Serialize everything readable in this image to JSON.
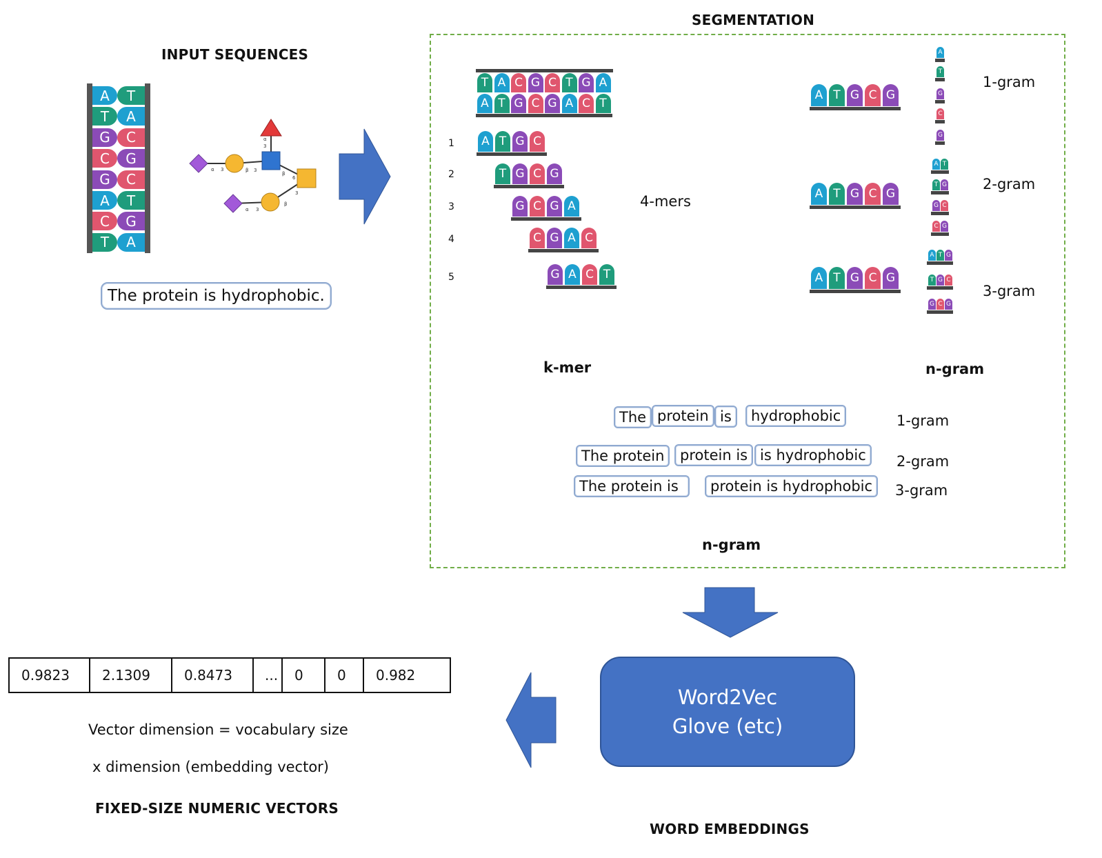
{
  "headings": {
    "input": "INPUT SEQUENCES",
    "segmentation": "SEGMENTATION",
    "fixed": "FIXED-SIZE NUMERIC VECTORS",
    "embeddings": "WORD EMBEDDINGS"
  },
  "input_sentence": "The protein is hydrophobic.",
  "dna_pairs": [
    [
      "A",
      "T"
    ],
    [
      "T",
      "A"
    ],
    [
      "G",
      "C"
    ],
    [
      "C",
      "G"
    ],
    [
      "G",
      "C"
    ],
    [
      "A",
      "T"
    ],
    [
      "C",
      "G"
    ],
    [
      "T",
      "A"
    ]
  ],
  "nucleotide_colors": {
    "A": "#1ea0d0",
    "T": "#1f9c7c",
    "G": "#8b4bb7",
    "C": "#e0566e"
  },
  "glycan_labels": [
    "α",
    "3",
    "β",
    "3",
    "α",
    "3",
    "β",
    "6",
    "3",
    "α",
    "3",
    "β"
  ],
  "kmer": {
    "top_strand": "TACGCTGA",
    "bottom_strand": "ATGCGACT",
    "rows": [
      {
        "index": "1",
        "seq": "ATGC"
      },
      {
        "index": "2",
        "seq": "TGCG"
      },
      {
        "index": "3",
        "seq": "GCGA"
      },
      {
        "index": "4",
        "seq": "CGAC"
      },
      {
        "index": "5",
        "seq": "GACT"
      }
    ],
    "mers_label": "4-mers",
    "caption": "k-mer"
  },
  "ngram_dna": {
    "sequence": "ATGCG",
    "groups": [
      {
        "label": "1-gram",
        "items": [
          "A",
          "T",
          "G",
          "C",
          "G"
        ]
      },
      {
        "label": "2-gram",
        "items": [
          "AT",
          "TG",
          "GC",
          "CG"
        ]
      },
      {
        "label": "3-gram",
        "items": [
          "ATG",
          "TGC",
          "GCG"
        ]
      }
    ],
    "caption": "n-gram"
  },
  "ngram_text": {
    "rows": [
      {
        "label": "1-gram",
        "tokens": [
          "The",
          "protein",
          "is",
          "hydrophobic"
        ]
      },
      {
        "label": "2-gram",
        "tokens": [
          "The protein",
          "protein is",
          "is hydrophobic"
        ]
      },
      {
        "label": "3-gram",
        "tokens": [
          "The protein is",
          "protein is hydrophobic"
        ]
      }
    ],
    "caption": "n-gram"
  },
  "embedding_box": {
    "line1": "Word2Vec",
    "line2": "Glove (etc)"
  },
  "vector": {
    "cells": [
      "0.9823",
      "2.1309",
      "0.8473",
      "...",
      "0",
      "0",
      "0.982"
    ],
    "note1": "Vector dimension = vocabulary size",
    "note2": "x dimension (embedding vector)"
  },
  "colors": {
    "arrow": "#4472c4",
    "dashed_border": "#70ad47",
    "pill_border": "#8fa9d0"
  }
}
